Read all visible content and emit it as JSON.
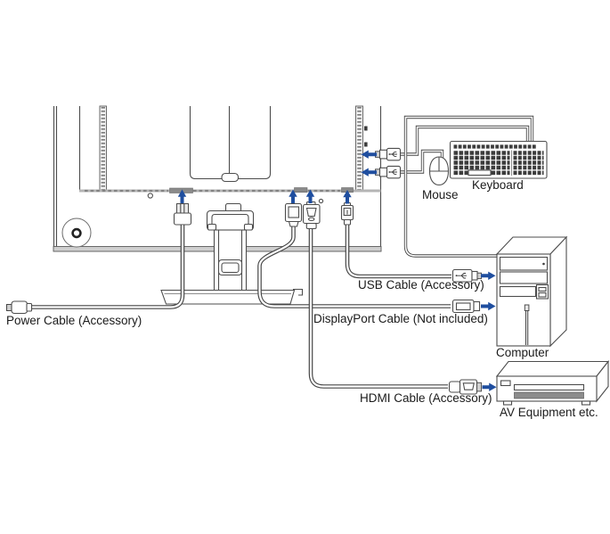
{
  "labels": {
    "power_cable": "Power Cable (Accessory)",
    "usb_cable": "USB Cable (Accessory)",
    "displayport_cable": "DisplayPort Cable (Not included)",
    "hdmi_cable": "HDMI Cable (Accessory)",
    "mouse": "Mouse",
    "keyboard": "Keyboard",
    "computer": "Computer",
    "av_equipment": "AV Equipment etc."
  },
  "colors": {
    "arrow_blue": "#1f4e9f",
    "line_gray": "#4d4d4d"
  }
}
